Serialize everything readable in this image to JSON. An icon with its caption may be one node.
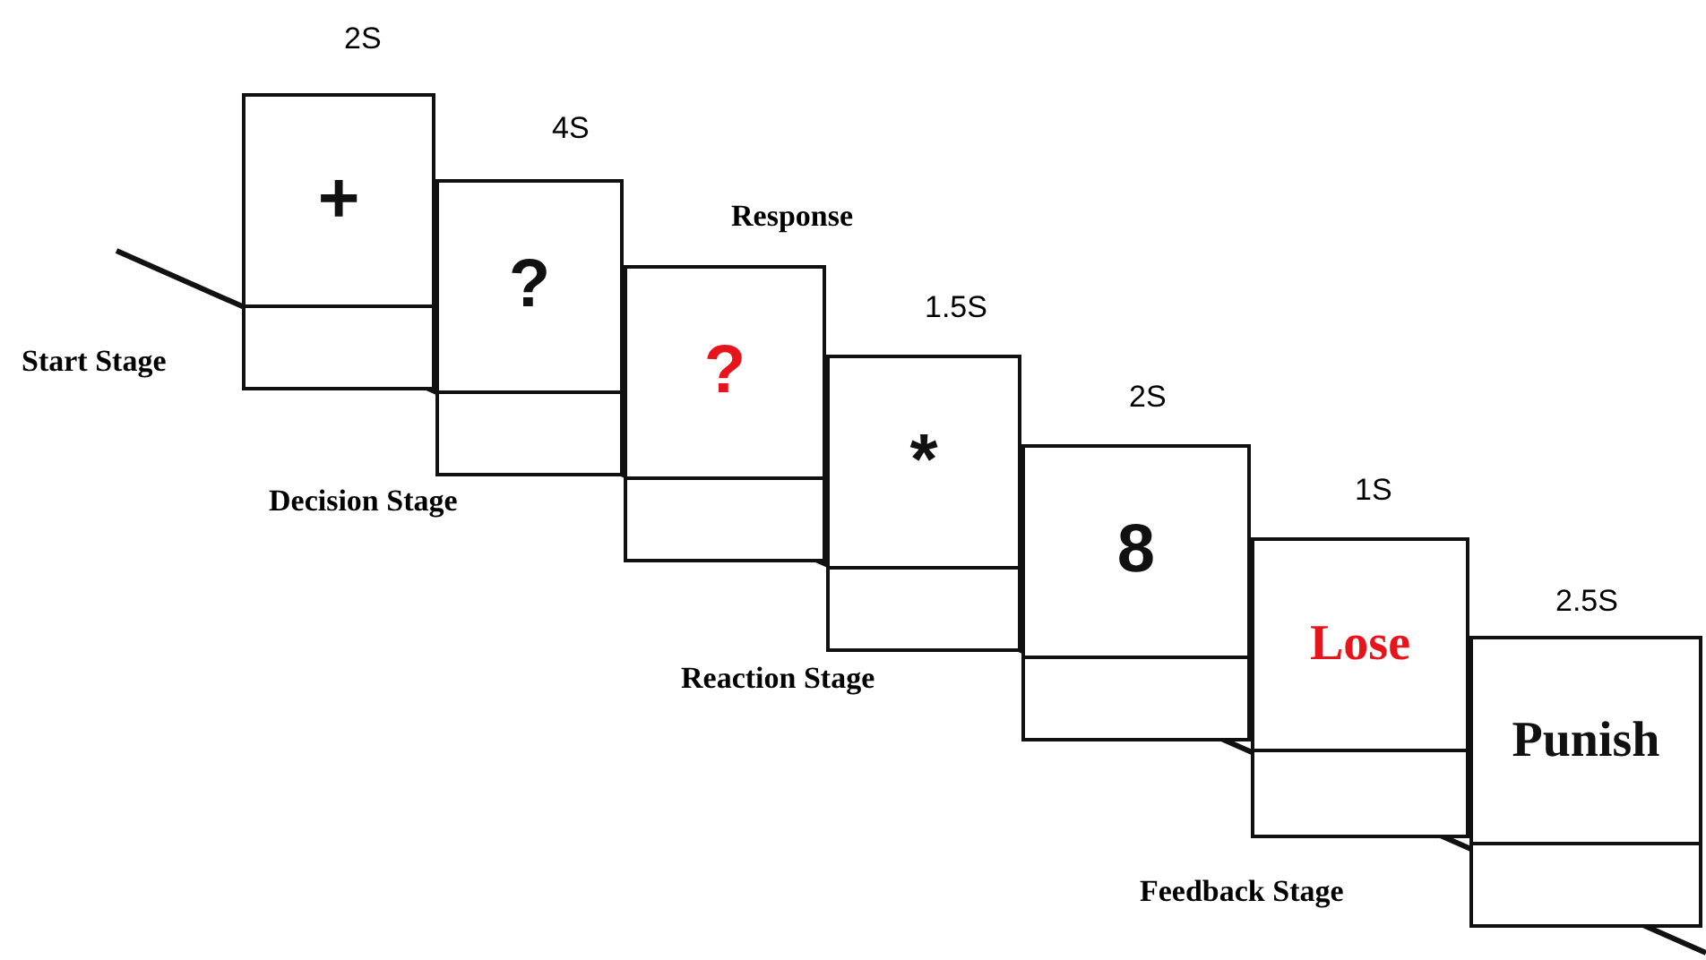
{
  "diagram": {
    "nodes": [
      {
        "text": [
          "+"
        ],
        "beside": [
          "2S"
        ]
      },
      {
        "text": [
          "?"
        ],
        "beside": [
          "4S"
        ]
      },
      {
        "text": [
          "?"
        ],
        "beside": [
          "Response"
        ]
      },
      {
        "text": [
          "*"
        ],
        "beside": [
          "1.5S"
        ]
      },
      {
        "text": [
          "8"
        ],
        "beside": [
          "2S"
        ]
      },
      {
        "text": [
          "Lose"
        ],
        "beside": [
          "1S"
        ]
      },
      {
        "text": [
          "Punish"
        ],
        "beside": [
          "2.5S"
        ]
      }
    ],
    "labels": [
      "Start Stage",
      "Decision Stage",
      "Reaction Stage",
      "Feedback Stage"
    ]
  }
}
